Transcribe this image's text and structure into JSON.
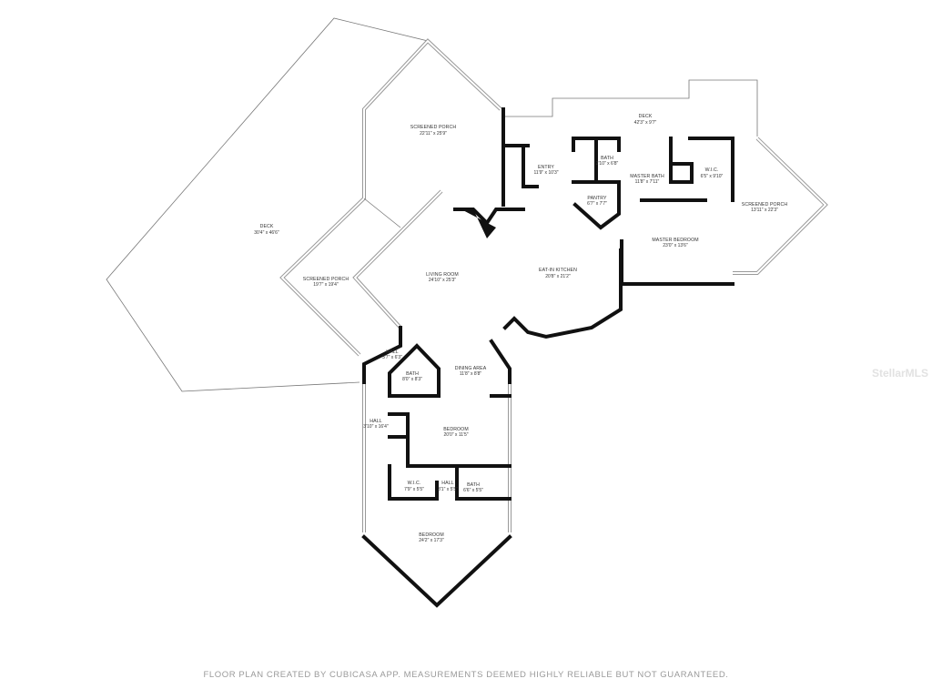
{
  "rooms": {
    "deck_top": {
      "name": "DECK",
      "dims": "42'3\" x 9'7\""
    },
    "screened_porch_top": {
      "name": "SCREENED PORCH",
      "dims": "22'11\" x 25'9\""
    },
    "entry": {
      "name": "ENTRY",
      "dims": "11'9\" x 10'3\""
    },
    "bath_small": {
      "name": "BATH",
      "dims": "2'10\" x 6'8\""
    },
    "master_bath": {
      "name": "MASTER BATH",
      "dims": "11'8\" x 7'11\""
    },
    "wic_master": {
      "name": "W.I.C.",
      "dims": "6'5\" x 9'10\""
    },
    "pantry": {
      "name": "PANTRY",
      "dims": "6'7\" x 7'7\""
    },
    "screened_porch_right": {
      "name": "SCREENED PORCH",
      "dims": "13'11\" x 22'3\""
    },
    "deck_left": {
      "name": "DECK",
      "dims": "30'4\" x 46'6\""
    },
    "master_bedroom": {
      "name": "MASTER BEDROOM",
      "dims": "23'0\" x 13'6\""
    },
    "living_room": {
      "name": "LIVING ROOM",
      "dims": "24'10\" x 25'3\""
    },
    "kitchen": {
      "name": "EAT-IN KITCHEN",
      "dims": "20'8\" x 21'2\""
    },
    "screened_porch_left": {
      "name": "SCREENED PORCH",
      "dims": "19'7\" x 19'4\""
    },
    "hall_1": {
      "name": "HALL",
      "dims": "3'7\" x 6'3\""
    },
    "bath_2": {
      "name": "BATH",
      "dims": "8'0\" x 8'3\""
    },
    "dining": {
      "name": "DINING AREA",
      "dims": "11'8\" x 8'8\""
    },
    "hall_2": {
      "name": "HALL",
      "dims": "3'10\" x 16'4\""
    },
    "bedroom_1": {
      "name": "BEDROOM",
      "dims": "20'0\" x 11'5\""
    },
    "wic_2": {
      "name": "W.I.C.",
      "dims": "7'9\" x 5'5\""
    },
    "hall_3": {
      "name": "HALL",
      "dims": "3'1\" x 5'5\""
    },
    "bath_3": {
      "name": "BATH",
      "dims": "6'6\" x 5'5\""
    },
    "bedroom_2": {
      "name": "BEDROOM",
      "dims": "24'2\" x 17'3\""
    }
  },
  "footer": "FLOOR PLAN CREATED BY CUBICASA APP. MEASUREMENTS DEEMED HIGHLY RELIABLE BUT NOT GUARANTEED.",
  "watermark": "StellarMLS"
}
